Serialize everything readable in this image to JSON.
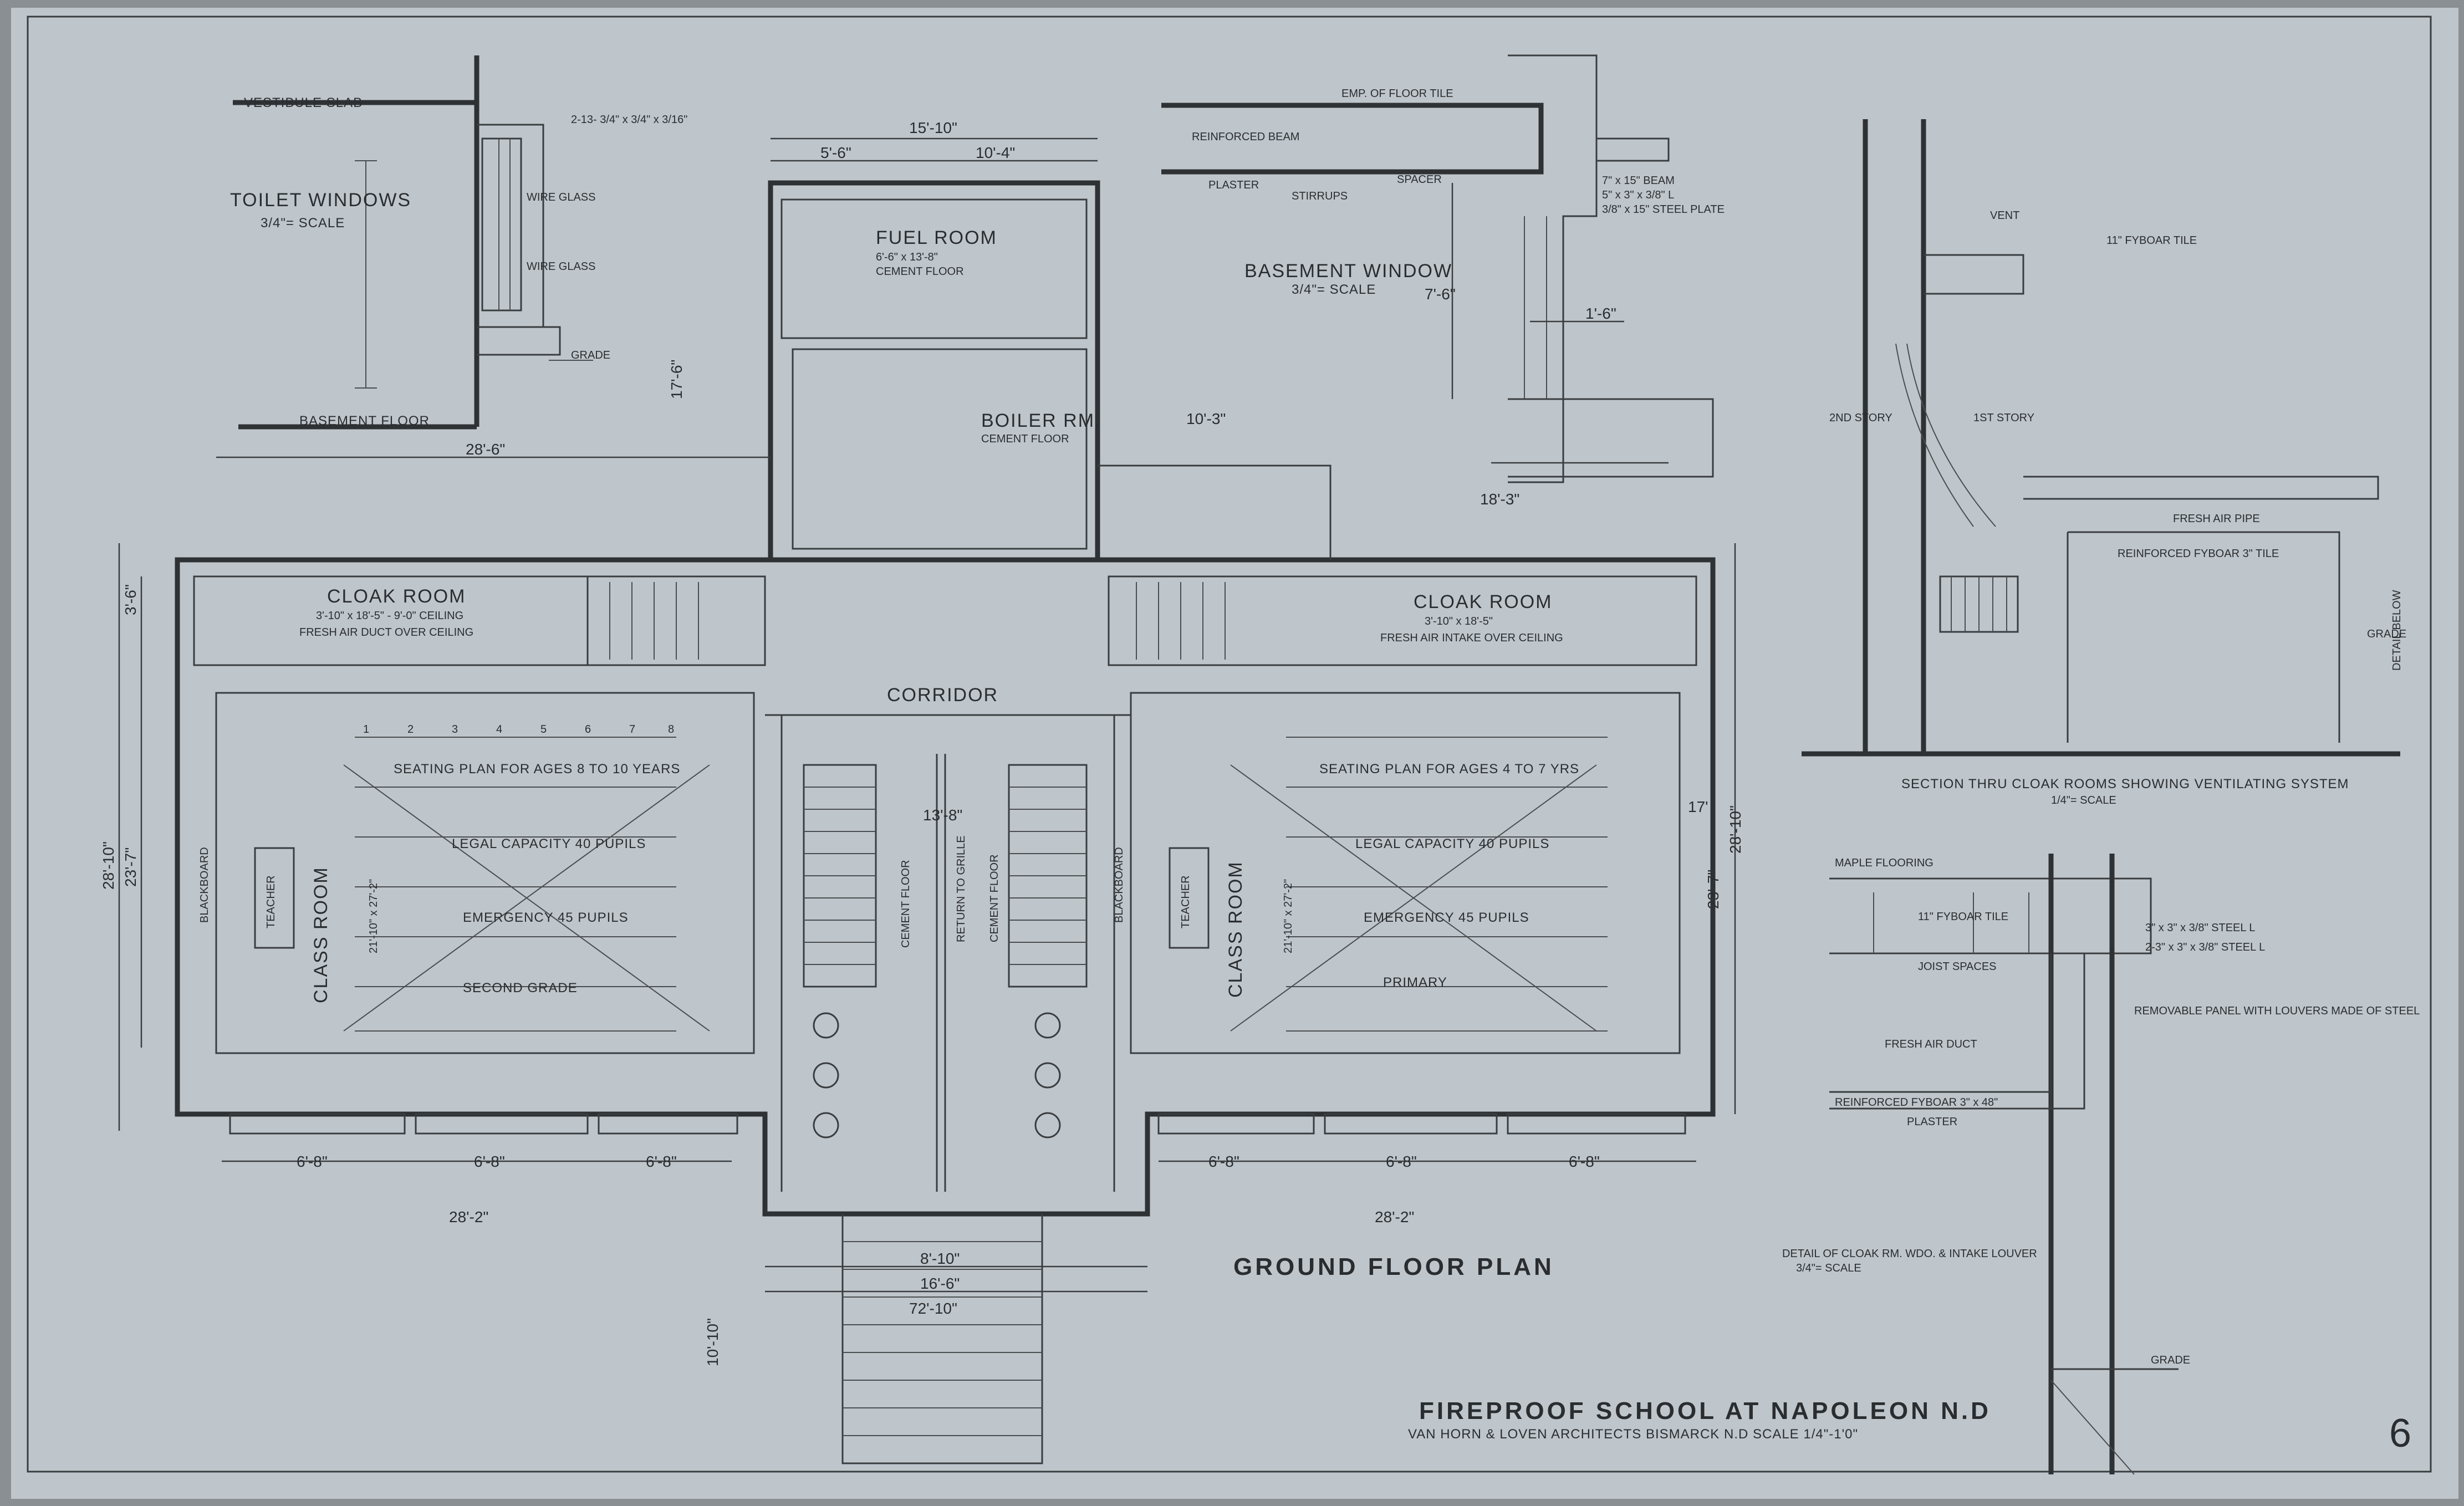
{
  "colors": {
    "paper": "#bfc6cb",
    "ink": "#2f3235",
    "edge": "#8a8f93"
  },
  "sheet": {
    "main_title": "GROUND FLOOR PLAN",
    "project_title": "FIREPROOF SCHOOL AT NAPOLEON N.D",
    "architects": "VAN HORN & LOVEN ARCHITECTS BISMARCK N.D SCALE 1/4\"-1'0\"",
    "sheet_number": "6"
  },
  "details": {
    "toilet_window": {
      "title": "TOILET WINDOWS",
      "scale": "3/4\"= SCALE",
      "labels": [
        "VESTIBULE SLAB",
        "WIRE GLASS",
        "WIRE GLASS",
        "GRADE",
        "BASEMENT FLOOR",
        "2-13- 3/4\" x 3/4\" x 3/16\""
      ]
    },
    "basement_window": {
      "title": "BASEMENT WINDOW",
      "scale": "3/4\"= SCALE",
      "labels": [
        "REINFORCED BEAM",
        "PLASTER",
        "STIRRUPS",
        "SPACER",
        "7\" x 15\" BEAM",
        "5\" x 3\" x 3/8\" L",
        "3/8\" x 15\" STEEL PLATE",
        "EMP. OF FLOOR TILE"
      ],
      "dims": [
        "1'-6\"",
        "7'-6\"",
        "18'-3\""
      ]
    },
    "section_cloak": {
      "title": "SECTION THRU CLOAK ROOMS SHOWING VENTILATING SYSTEM",
      "scale": "1/4\"= SCALE",
      "labels": [
        "VENT",
        "11\" FYBOAR TILE",
        "FRESH AIR PIPE",
        "REINFORCED FYBOAR 3\" TILE",
        "DETAIL BELOW",
        "GRADE",
        "1ST STORY",
        "2ND STORY"
      ]
    },
    "cloak_intake": {
      "title": "DETAIL OF CLOAK RM. WDO. & INTAKE LOUVER",
      "scale": "3/4\"= SCALE",
      "labels": [
        "MAPLE FLOORING",
        "11\" FYBOAR TILE",
        "3\" x 3\" x 3/8\" STEEL L",
        "2-3\" x 3\" x 3/8\" STEEL L",
        "JOIST SPACES",
        "FRESH AIR DUCT",
        "REMOVABLE PANEL WITH LOUVERS MADE OF STEEL",
        "REINFORCED FYBOAR 3\" x 48\"",
        "PLASTER",
        "GRADE"
      ]
    }
  },
  "rooms": {
    "cloak_left": {
      "name": "CLOAK ROOM",
      "sub": "3'-10\" x 18'-5\" - 9'-0\" CEILING",
      "note": "FRESH AIR DUCT OVER CEILING"
    },
    "cloak_right": {
      "name": "CLOAK ROOM",
      "sub": "3'-10\" x 18'-5\"",
      "note": "FRESH AIR INTAKE OVER CEILING"
    },
    "fuel_room": {
      "name": "FUEL ROOM",
      "sub": "6'-6\" x 13'-8\"",
      "note": "CEMENT FLOOR"
    },
    "boiler_room": {
      "name": "BOILER RM.",
      "note": "CEMENT FLOOR"
    },
    "corridor": {
      "name": "CORRIDOR"
    },
    "class_left": {
      "name": "CLASS ROOM",
      "sub": "21'-10\" x 27'-2\"",
      "seating": "SEATING PLAN FOR AGES 8 TO 10 YEARS",
      "capacity": "LEGAL CAPACITY 40 PUPILS",
      "emergency": "EMERGENCY 45 PUPILS",
      "grade": "SECOND GRADE",
      "teacher": "TEACHER",
      "board": "BLACKBOARD"
    },
    "class_right": {
      "name": "CLASS ROOM",
      "sub": "21'-10\" x 27'-2\"",
      "seating": "SEATING PLAN FOR AGES 4 TO 7 YRS",
      "capacity": "LEGAL CAPACITY 40 PUPILS",
      "emergency": "EMERGENCY 45 PUPILS",
      "grade": "PRIMARY",
      "teacher": "TEACHER",
      "board": "BLACKBOARD"
    },
    "stair_notes": [
      "CEMENT FLOOR",
      "RETURN TO GRILLE",
      "CEMENT FLOOR"
    ]
  },
  "dimensions": {
    "top": [
      "15'-10\"",
      "5'-6\"",
      "10'-4\"",
      "28'-6\""
    ],
    "left": [
      "28'-10\"",
      "23'-7\"",
      "3'-6\"",
      "17'-6\""
    ],
    "right": [
      "28'-10\"",
      "23'-7\"",
      "17'"
    ],
    "bottom": [
      "6'-8\"",
      "6'-8\"",
      "6'-8\"",
      "6'-8\"",
      "6'-8\"",
      "6'-8\"",
      "28'-2\"",
      "28'-2\"",
      "8'-10\"",
      "16'-6\"",
      "72'-10\"",
      "10'-10\""
    ],
    "center": [
      "13'-8\"",
      "10'-3\""
    ]
  },
  "seat_numbers": [
    "1",
    "2",
    "3",
    "4",
    "5",
    "6",
    "7",
    "8"
  ]
}
